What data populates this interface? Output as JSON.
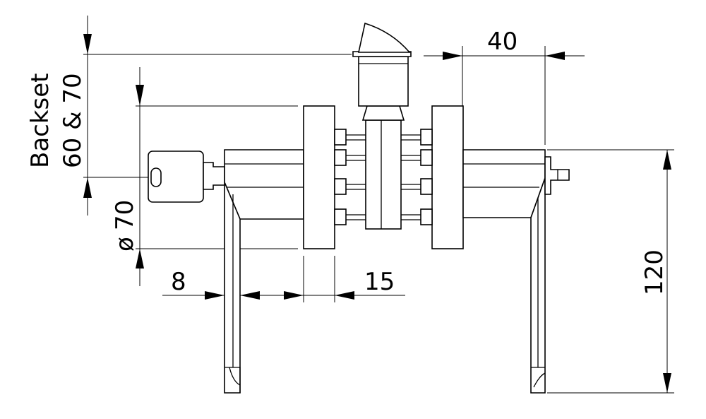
{
  "dimensions": {
    "backset_line1": "Backset",
    "backset_line2": "60 & 70",
    "diameter_symbol": "ø",
    "diameter_value": "70",
    "width_40": "40",
    "height_120": "120",
    "thickness_8": "8",
    "thickness_15": "15"
  }
}
